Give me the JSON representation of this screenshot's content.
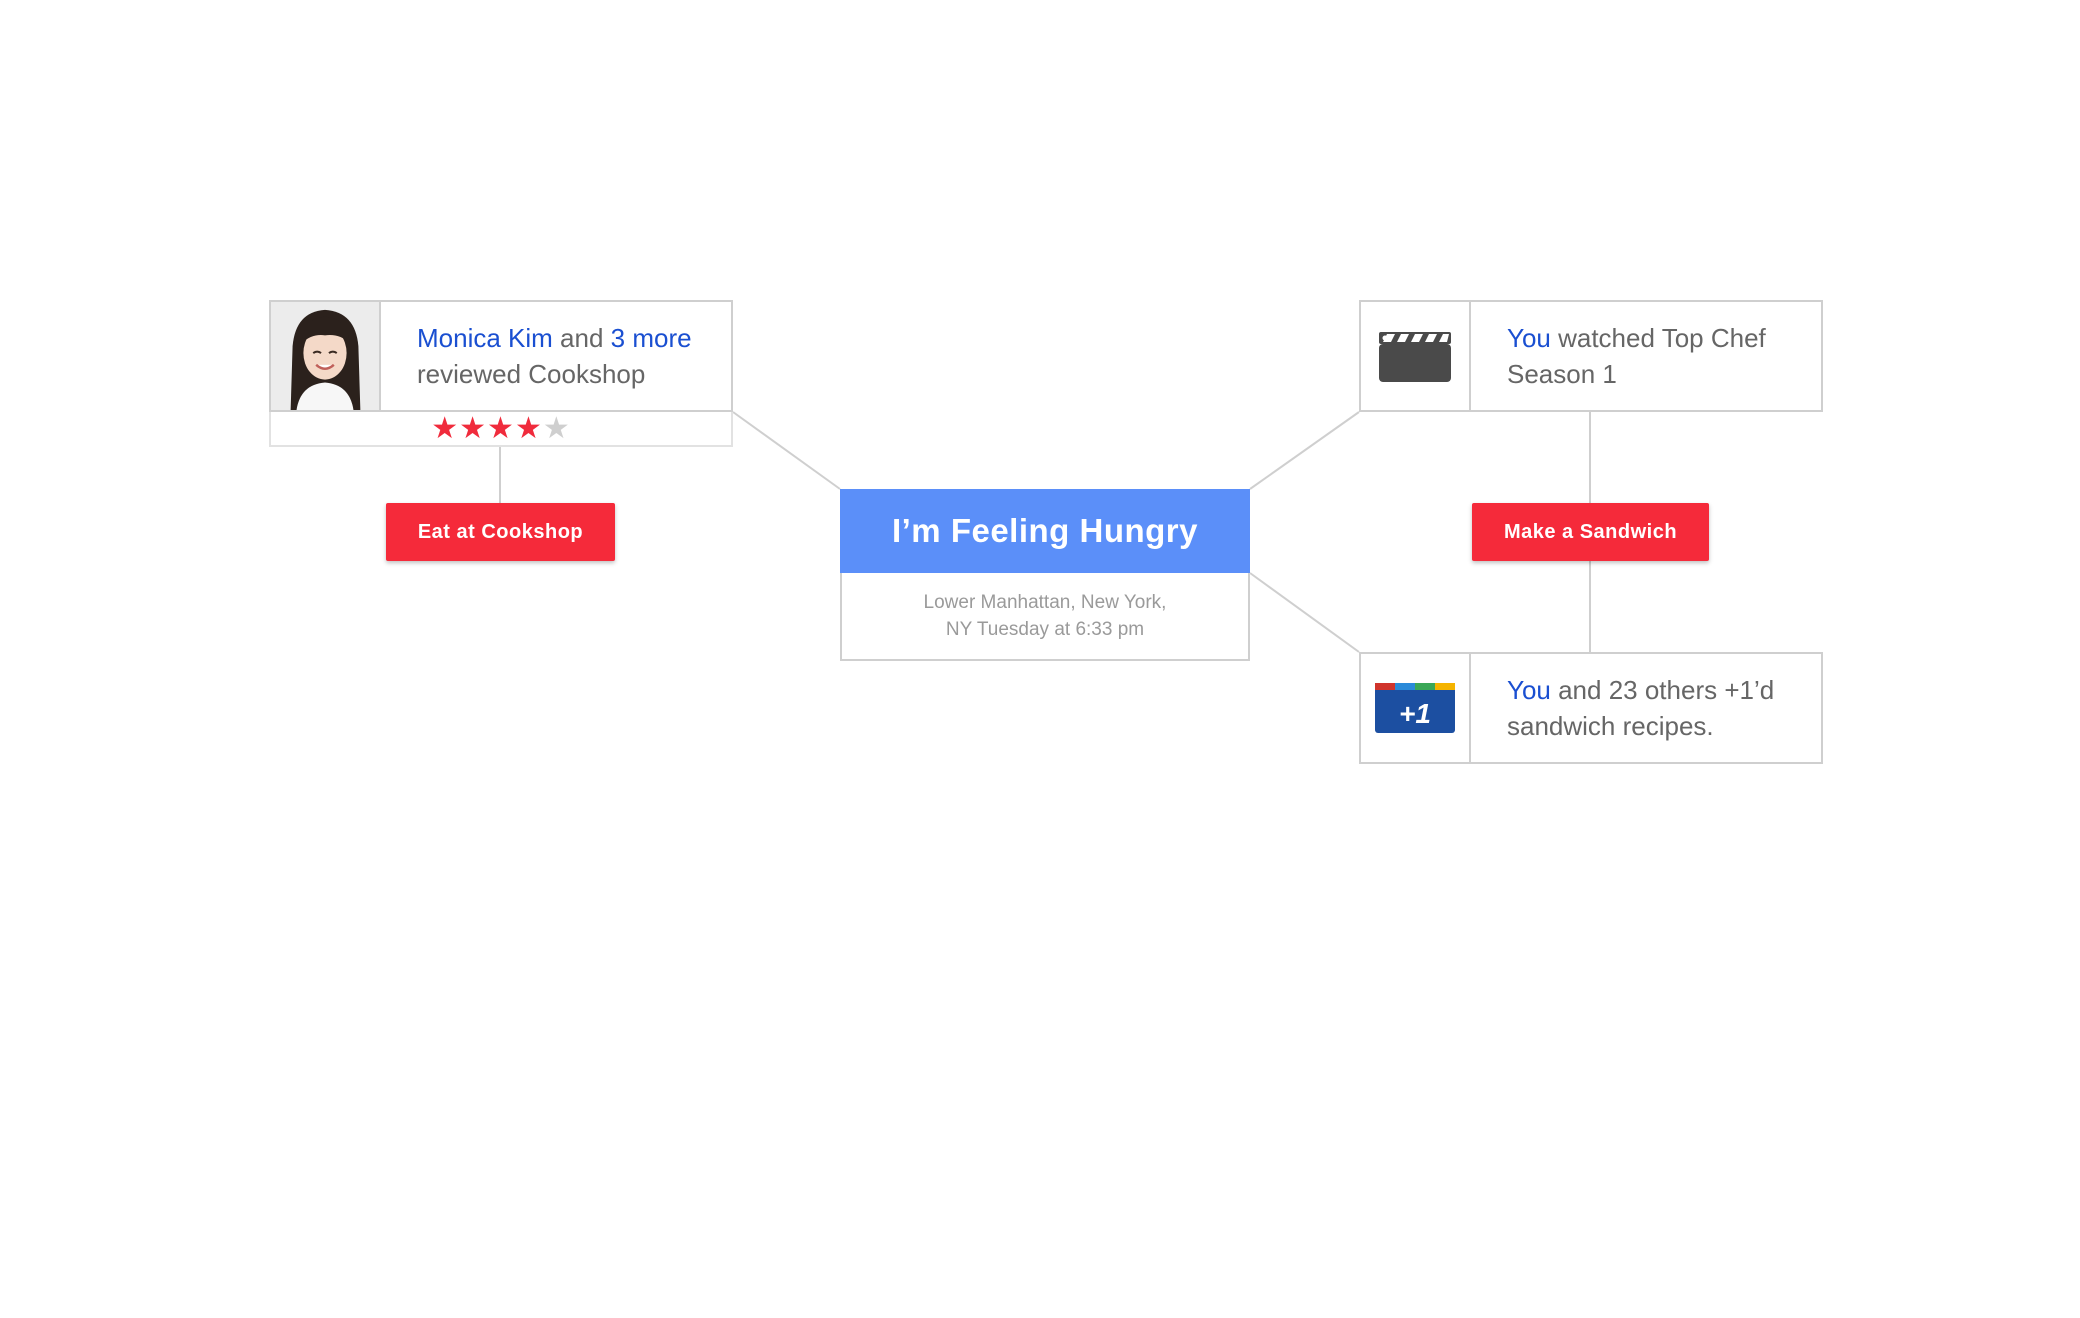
{
  "center": {
    "title": "I’m Feeling Hungry",
    "location_line1": "Lower Manhattan, New York,",
    "location_line2": "NY Tuesday at 6:33 pm"
  },
  "review_card": {
    "link_name": "Monica Kim",
    "joiner": " and ",
    "link_more": "3 more",
    "line2": "reviewed Cookshop",
    "rating": 4,
    "rating_max": 5,
    "action_label": "Eat at Cookshop"
  },
  "watched_card": {
    "link_you": "You",
    "rest_line1": " watched Top Chef",
    "line2": "Season 1",
    "icon": "clapperboard-icon"
  },
  "sandwich_action": {
    "label": "Make a Sandwich"
  },
  "plusone_card": {
    "link_you": "You",
    "rest_line1": " and 23 others +1’d",
    "line2": "sandwich recipes.",
    "icon_text": "+1",
    "icon": "google-plus-one-icon"
  },
  "colors": {
    "accent_blue": "#5b8ff9",
    "action_red": "#f52a3a",
    "link_blue": "#1a4fd1",
    "border_gray": "#cfcfcf"
  }
}
